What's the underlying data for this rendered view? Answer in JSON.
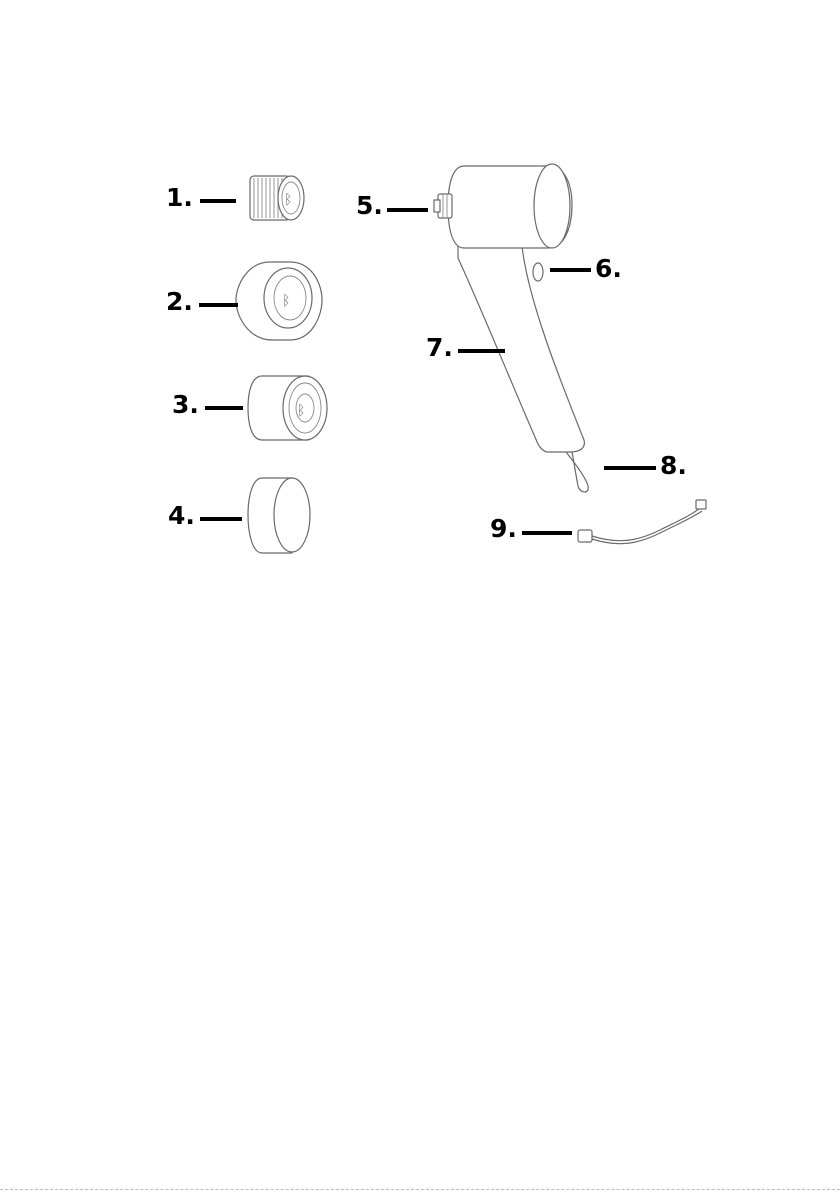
{
  "diagram": {
    "callouts": [
      {
        "id": 1,
        "label": "1."
      },
      {
        "id": 2,
        "label": "2."
      },
      {
        "id": 3,
        "label": "3."
      },
      {
        "id": 4,
        "label": "4."
      },
      {
        "id": 5,
        "label": "5."
      },
      {
        "id": 6,
        "label": "6."
      },
      {
        "id": 7,
        "label": "7."
      },
      {
        "id": 8,
        "label": "8."
      },
      {
        "id": 9,
        "label": "9."
      }
    ]
  }
}
